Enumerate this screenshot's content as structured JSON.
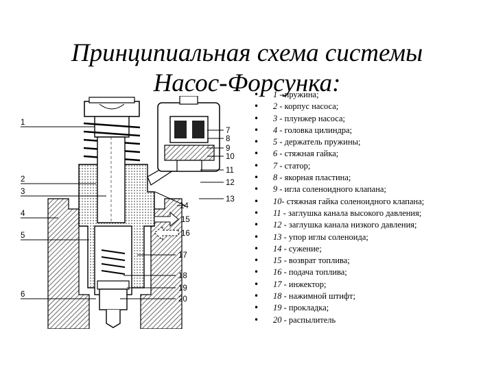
{
  "title": {
    "line1": "Принципиальная схема системы",
    "line2": "Насос-Форсунка:"
  },
  "legend": [
    {
      "num": "1",
      "text": " - пружина;"
    },
    {
      "num": "2",
      "text": " - корпус насоса;"
    },
    {
      "num": "3",
      "text": " - плунжер насоса;"
    },
    {
      "num": "4",
      "text": " - головка цилиндра;"
    },
    {
      "num": "5",
      "text": " - держатель пружины;"
    },
    {
      "num": "6",
      "text": " - стяжная гайка;"
    },
    {
      "num": "7",
      "text": " - статор;"
    },
    {
      "num": "8",
      "text": " - якорная пластина;"
    },
    {
      "num": "9",
      "text": " - игла соленоидного клапана;"
    },
    {
      "num": "10",
      "text": "- стяжная гайка соленоидного клапана;"
    },
    {
      "num": "11",
      "text": " - заглушка канала высокого давления;"
    },
    {
      "num": "12",
      "text": " - заглушка канала низкого давления;"
    },
    {
      "num": "13",
      "text": " - упор иглы соленоида;"
    },
    {
      "num": "14",
      "text": " - сужение;"
    },
    {
      "num": "15",
      "text": " - возврат топлива;"
    },
    {
      "num": "16",
      "text": " - подача топлива;"
    },
    {
      "num": "17",
      "text": " - инжектор;"
    },
    {
      "num": "18",
      "text": " - нажимной штифт;"
    },
    {
      "num": "19",
      "text": " - прокладка;"
    },
    {
      "num": "20",
      "text": " - распылитель"
    }
  ],
  "diagram_labels": {
    "l1": "1",
    "l2": "2",
    "l3": "3",
    "l4": "4",
    "l5": "5",
    "l6": "6",
    "l7": "7",
    "l8": "8",
    "l9": "9",
    "l10": "10",
    "l11": "11",
    "l12": "12",
    "l13": "13",
    "l14": "14",
    "l15": "15",
    "l16": "16",
    "l17": "17",
    "l18": "18",
    "l19": "19",
    "l20": "20"
  }
}
